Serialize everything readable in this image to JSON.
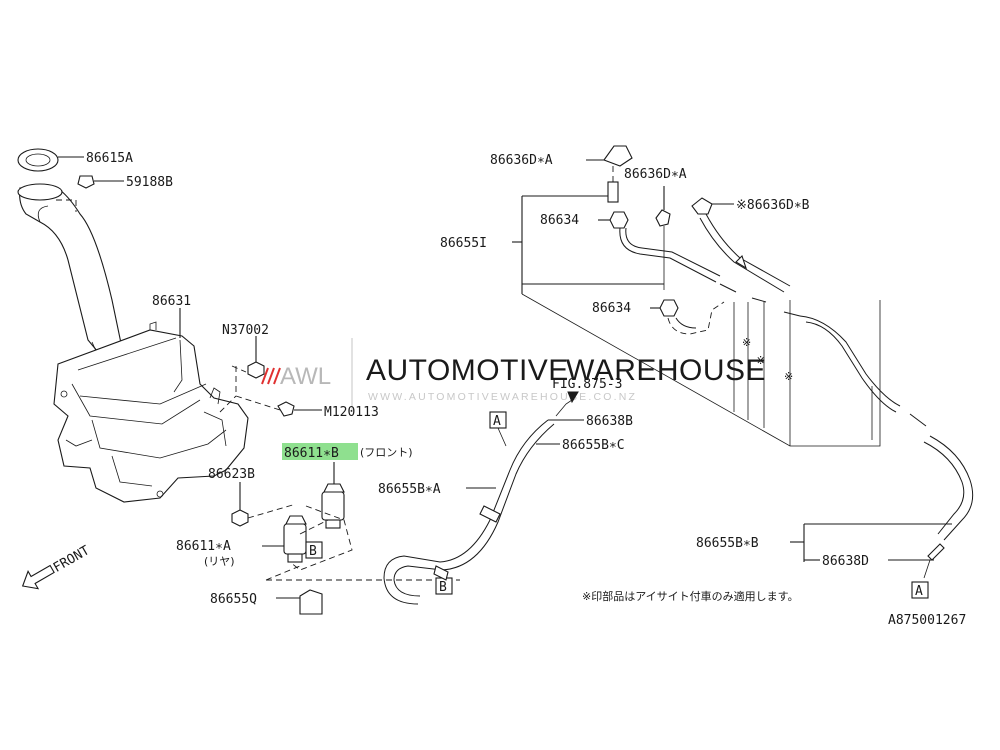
{
  "watermark": {
    "awl_text": "AWL",
    "brand_word_1": "AUTOMOTIVE",
    "brand_word_2": "WAREHOUSE",
    "url": "WWW.AUTOMOTIVEWAREHOUSE.CO.NZ",
    "colors": {
      "grey": "#b8b8b8",
      "red": "#e03030"
    }
  },
  "labels": {
    "p86615A": "86615A",
    "p59188B": "59188B",
    "p86631": "86631",
    "pN37002": "N37002",
    "pM120113": "M120113",
    "p86611B": "86611∗B",
    "p86611B_note": "(フロント)",
    "p86623B": "86623B",
    "p86611A": "86611∗A",
    "p86611A_note": "(リヤ)",
    "p86655Q": "86655Q",
    "p86636DA_1": "86636D∗A",
    "p86636DA_2": "86636D∗A",
    "p86636DB": "※86636D∗B",
    "p86634_1": "86634",
    "p86634_2": "86634",
    "p86655I": "86655I",
    "fig_ref": "FIG.875-3",
    "p86638B": "86638B",
    "p86655BC": "86655B∗C",
    "p86655BA": "86655B∗A",
    "p86655BB": "86655B∗B",
    "p86638D": "86638D",
    "front": "FRONT",
    "ref_a": "A",
    "ref_b": "B",
    "asterisk": "※"
  },
  "footnote": "※印部品はアイサイト付車のみ適用します。",
  "diagram_id": "A875001267",
  "colors": {
    "highlight": "#8fe08f",
    "line": "#1a1a1a"
  }
}
